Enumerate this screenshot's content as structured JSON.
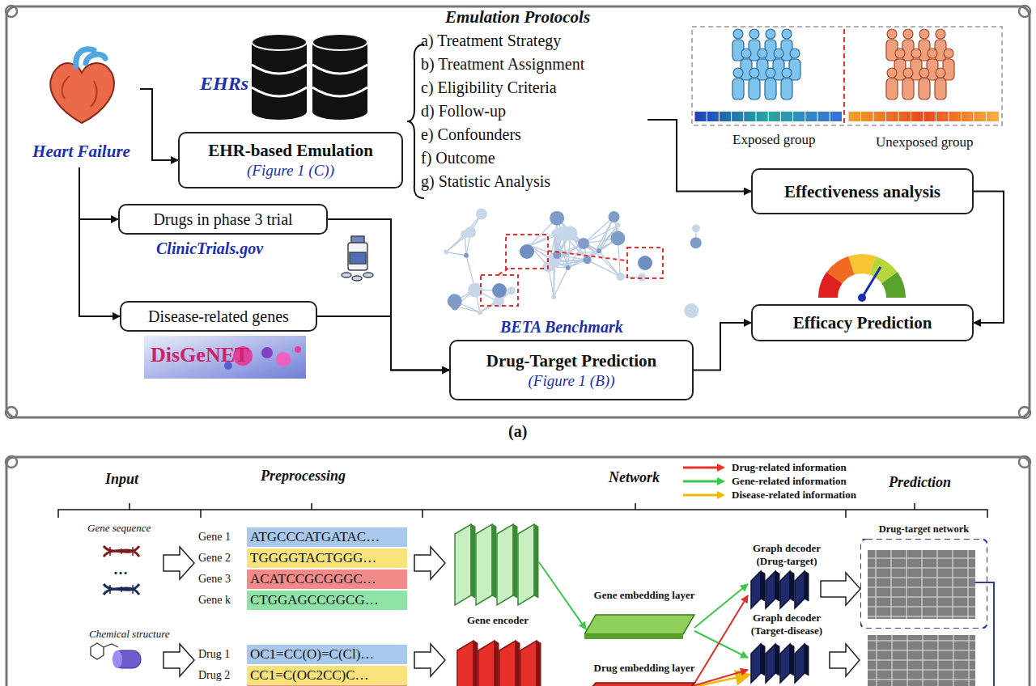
{
  "diagram": {
    "nodes": [
      {
        "text": [
          "Heart Failure"
        ]
      },
      {
        "text": [
          "EHR-based Emulation",
          "(Figure 1 (C))"
        ]
      },
      {
        "text": [
          "Emulation Protocols",
          "a) Treatment Strategy",
          "b) Treatment Assignment",
          "c) Eligibility Criteria",
          "d) Follow-up",
          "e) Confounders",
          "f) Outcome",
          "g) Statistic Analysis"
        ]
      },
      {
        "text": [
          "Drugs in phase 3 trial"
        ]
      },
      {
        "text": [
          "Disease-related genes"
        ]
      },
      {
        "text": [
          "Effectiveness analysis"
        ]
      },
      {
        "text": [
          "Drug-Target Prediction",
          "(Figure 1 (B))"
        ]
      },
      {
        "text": [
          "Efficacy Prediction"
        ]
      },
      {
        "text": [
          "Gene encoder"
        ]
      },
      {
        "text": [
          "Gene embedding layer"
        ]
      },
      {
        "text": [
          "Drug embedding layer"
        ]
      },
      {
        "text": [
          "Graph decoder (Drug-target)"
        ]
      },
      {
        "text": [
          "Graph decoder (Target-disease)"
        ]
      },
      {
        "text": [
          "Drug-target network"
        ]
      }
    ],
    "edges": [
      {
        "from": 0,
        "to": 1,
        "arrow": "to"
      },
      {
        "from": 0,
        "to": 3,
        "arrow": "to"
      },
      {
        "from": 0,
        "to": 4,
        "arrow": "to"
      },
      {
        "from": 3,
        "to": 6,
        "arrow": "to"
      },
      {
        "from": 4,
        "to": 6,
        "arrow": "to"
      },
      {
        "from": 2,
        "to": 5,
        "arrow": "to"
      },
      {
        "from": 5,
        "to": 7,
        "arrow": "to"
      },
      {
        "from": 6,
        "to": 7,
        "arrow": "to"
      },
      {
        "from": 8,
        "to": 9,
        "arrow": "to"
      },
      {
        "from": 9,
        "to": 11,
        "arrow": "to"
      },
      {
        "from": 9,
        "to": 12,
        "arrow": "to"
      },
      {
        "from": 10,
        "to": 11,
        "arrow": "to"
      },
      {
        "from": 10,
        "to": 12,
        "arrow": "to"
      },
      {
        "from": 11,
        "to": 13,
        "arrow": "to"
      }
    ],
    "labels": [
      "EHRs",
      "ClinicTrials.gov",
      "BETA Benchmark",
      "Exposed group",
      "Unexposed group",
      "(a)",
      "Input",
      "Preprocessing",
      "Network",
      "Prediction",
      "Gene sequence",
      "…",
      "Chemical structure",
      "Gene 1",
      "ATGCCCATGATAC…",
      "Gene 2",
      "TGGGGTACTGGG…",
      "Gene 3",
      "ACATCCGCGGGC…",
      "Gene k",
      "CTGGAGCCGGCG…",
      "Drug 1",
      "OC1=CC(O)=C(Cl)…",
      "Drug 2",
      "CC1=C(OC2CC)C…",
      "DisGeNET"
    ],
    "legend": [
      {
        "text": "Drug-related information",
        "color": "#e8332a"
      },
      {
        "text": "Gene-related information",
        "color": "#3cc84a"
      },
      {
        "text": "Disease-related information",
        "color": "#f2b705"
      }
    ]
  }
}
